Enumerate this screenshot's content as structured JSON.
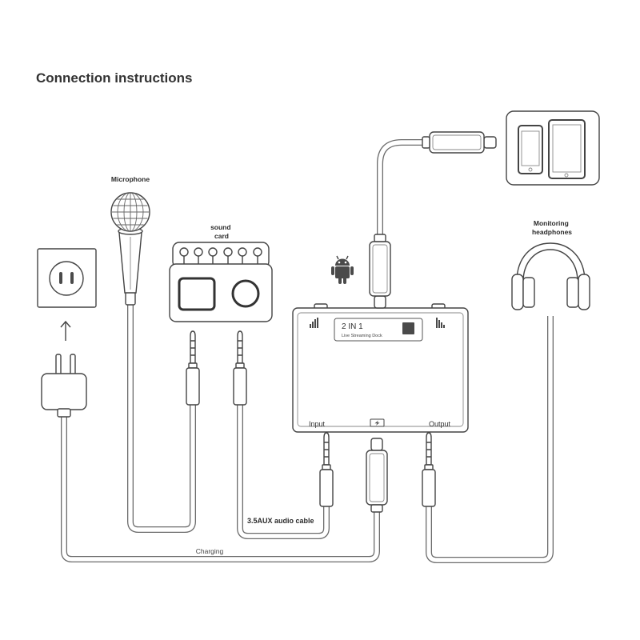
{
  "title": "Connection instructions",
  "labels": {
    "microphone": "Microphone",
    "sound_card": [
      "sound",
      "card"
    ],
    "headphones": [
      "Monitoring",
      "headphones"
    ],
    "aux_cable": "3.5AUX audio cable",
    "charging": "Charging"
  },
  "dock": {
    "name": "2 IN 1",
    "subtitle": "Live Streaming Dock",
    "input": "Input",
    "output": "Output"
  },
  "icons": [
    "power-outlet-icon",
    "power-plug-icon",
    "arrow-up-icon",
    "microphone-icon",
    "sound-card-icon",
    "android-icon",
    "phone-tablet-icon",
    "headphones-icon",
    "signal-icon",
    "charging-icon"
  ],
  "colors": {
    "line": "#444444",
    "cable": "#6b6b6b",
    "background": "#ffffff"
  }
}
